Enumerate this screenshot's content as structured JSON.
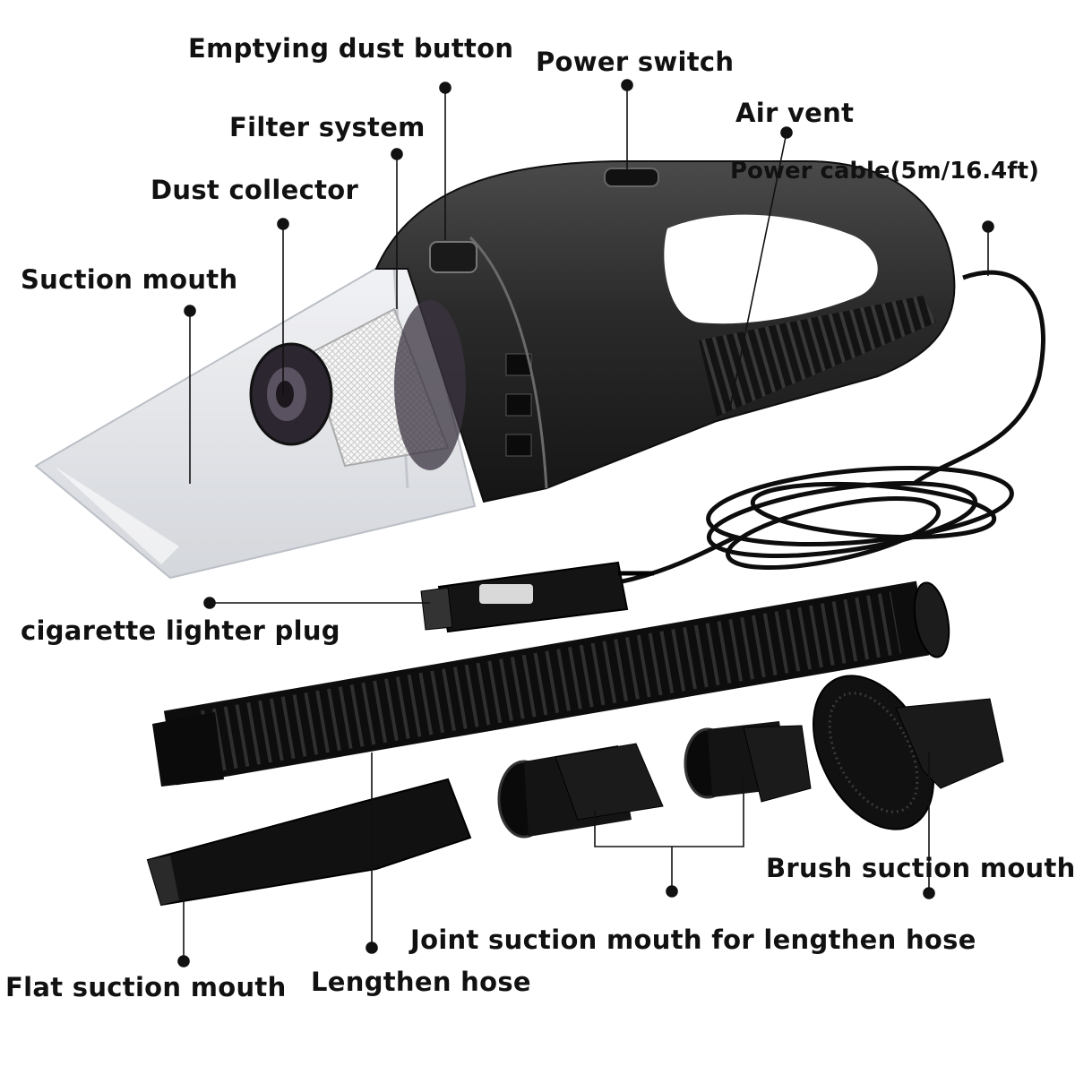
{
  "labels": {
    "emptying_dust_button": "Emptying dust button",
    "power_switch": "Power switch",
    "filter_system": "Filter system",
    "air_vent": "Air vent",
    "dust_collector": "Dust collector",
    "power_cable": "Power cable(5m/16.4ft)",
    "suction_mouth": "Suction mouth",
    "cigarette_lighter_plug": "cigarette lighter plug",
    "brush_suction_mouth": "Brush suction mouth",
    "joint_suction_mouth": "Joint suction mouth for lengthen hose",
    "flat_suction_mouth": "Flat suction mouth",
    "lengthen_hose": "Lengthen hose"
  },
  "colors": {
    "background": "#ffffff",
    "text": "#111111",
    "body_dark": "#2b2b2b",
    "accessory_black": "#121212",
    "transparent_nozzle": "#e6e8ec",
    "filter_white": "#f6f6f6"
  }
}
